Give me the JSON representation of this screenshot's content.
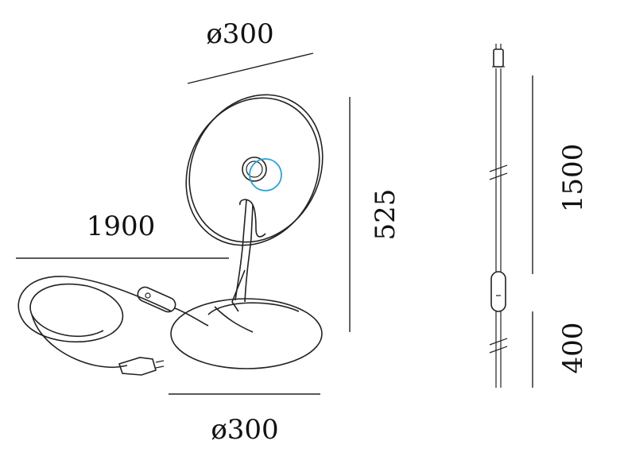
{
  "dimensions": {
    "shade_diameter": "ø300",
    "base_diameter": "ø300",
    "cable_length": "1900",
    "height": "525",
    "cord_upper": "1500",
    "cord_lower": "400"
  },
  "colors": {
    "line": "#222222",
    "bulb": "#29a3d6",
    "background": "#ffffff"
  }
}
